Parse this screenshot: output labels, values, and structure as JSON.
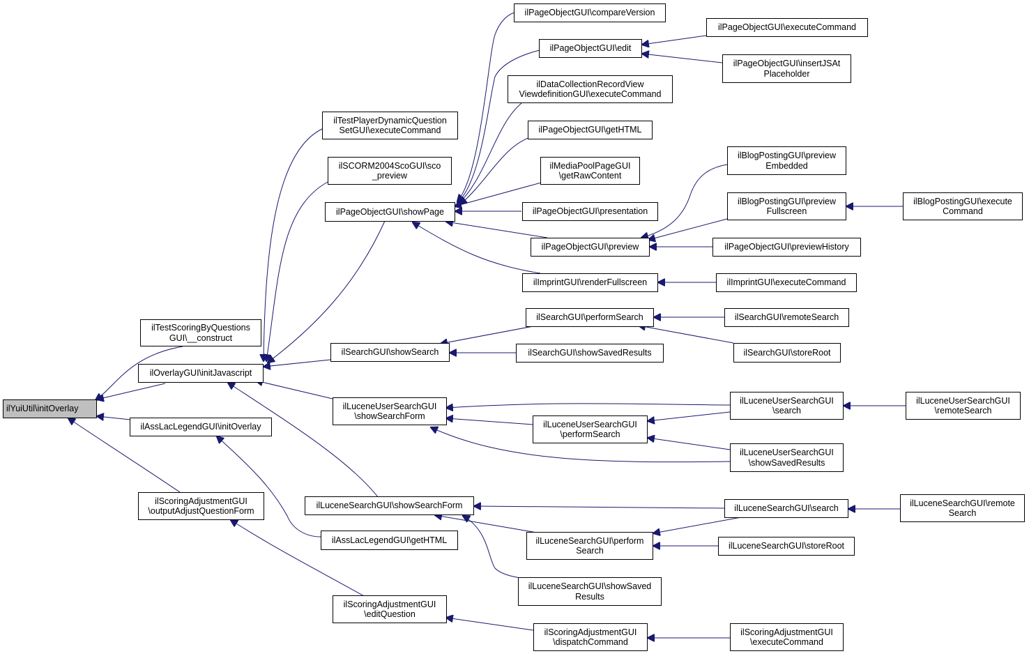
{
  "colors": {
    "edge": "#191970",
    "border": "#000000",
    "node_bg": "#ffffff",
    "focus_bg": "#bfbfbf"
  },
  "nodes": {
    "n0": {
      "l1": "ilYuiUtil\\initOverlay"
    },
    "n1": {
      "l1": "ilTestScoringByQuestions",
      "l2": "GUI\\__construct"
    },
    "n2": {
      "l1": "ilOverlayGUI\\initJavascript"
    },
    "n3": {
      "l1": "ilAssLacLegendGUI\\initOverlay"
    },
    "n4": {
      "l1": "ilScoringAdjustmentGUI",
      "l2": "\\outputAdjustQuestionForm"
    },
    "n5": {
      "l1": "ilTestPlayerDynamicQuestion",
      "l2": "SetGUI\\executeCommand"
    },
    "n6": {
      "l1": "ilSCORM2004ScoGUI\\sco",
      "l2": "_preview"
    },
    "n7": {
      "l1": "ilPageObjectGUI\\showPage"
    },
    "n8": {
      "l1": "ilSearchGUI\\showSearch"
    },
    "n9": {
      "l1": "ilLuceneUserSearchGUI",
      "l2": "\\showSearchForm"
    },
    "n10": {
      "l1": "ilLuceneSearchGUI\\showSearchForm"
    },
    "n11": {
      "l1": "ilAssLacLegendGUI\\getHTML"
    },
    "n12": {
      "l1": "ilScoringAdjustmentGUI",
      "l2": "\\editQuestion"
    },
    "n13": {
      "l1": "ilPageObjectGUI\\compareVersion"
    },
    "n14": {
      "l1": "ilPageObjectGUI\\edit"
    },
    "n15": {
      "l1": "ilDataCollectionRecordView",
      "l2": "ViewdefinitionGUI\\executeCommand"
    },
    "n16": {
      "l1": "ilPageObjectGUI\\getHTML"
    },
    "n17": {
      "l1": "ilMediaPoolPageGUI",
      "l2": "\\getRawContent"
    },
    "n18": {
      "l1": "ilPageObjectGUI\\presentation"
    },
    "n19": {
      "l1": "ilPageObjectGUI\\preview"
    },
    "n20": {
      "l1": "ilImprintGUI\\renderFullscreen"
    },
    "n21": {
      "l1": "ilSearchGUI\\performSearch"
    },
    "n22": {
      "l1": "ilSearchGUI\\showSavedResults"
    },
    "n23": {
      "l1": "ilLuceneUserSearchGUI",
      "l2": "\\performSearch"
    },
    "n24": {
      "l1": "ilLuceneSearchGUI\\perform",
      "l2": "Search"
    },
    "n25": {
      "l1": "ilLuceneSearchGUI\\showSaved",
      "l2": "Results"
    },
    "n26": {
      "l1": "ilScoringAdjustmentGUI",
      "l2": "\\dispatchCommand"
    },
    "n27": {
      "l1": "ilPageObjectGUI\\executeCommand"
    },
    "n28": {
      "l1": "ilPageObjectGUI\\insertJSAt",
      "l2": "Placeholder"
    },
    "n29": {
      "l1": "ilBlogPostingGUI\\preview",
      "l2": "Embedded"
    },
    "n30": {
      "l1": "ilBlogPostingGUI\\preview",
      "l2": "Fullscreen"
    },
    "n31": {
      "l1": "ilPageObjectGUI\\previewHistory"
    },
    "n32": {
      "l1": "ilImprintGUI\\executeCommand"
    },
    "n33": {
      "l1": "ilSearchGUI\\remoteSearch"
    },
    "n34": {
      "l1": "ilSearchGUI\\storeRoot"
    },
    "n35": {
      "l1": "ilLuceneUserSearchGUI",
      "l2": "\\search"
    },
    "n36": {
      "l1": "ilLuceneUserSearchGUI",
      "l2": "\\showSavedResults"
    },
    "n37": {
      "l1": "ilLuceneSearchGUI\\search"
    },
    "n38": {
      "l1": "ilLuceneSearchGUI\\storeRoot"
    },
    "n39": {
      "l1": "ilScoringAdjustmentGUI",
      "l2": "\\executeCommand"
    },
    "n40": {
      "l1": "ilBlogPostingGUI\\execute",
      "l2": "Command"
    },
    "n41": {
      "l1": "ilLuceneUserSearchGUI",
      "l2": "\\remoteSearch"
    },
    "n42": {
      "l1": "ilLuceneSearchGUI\\remote",
      "l2": "Search"
    }
  }
}
